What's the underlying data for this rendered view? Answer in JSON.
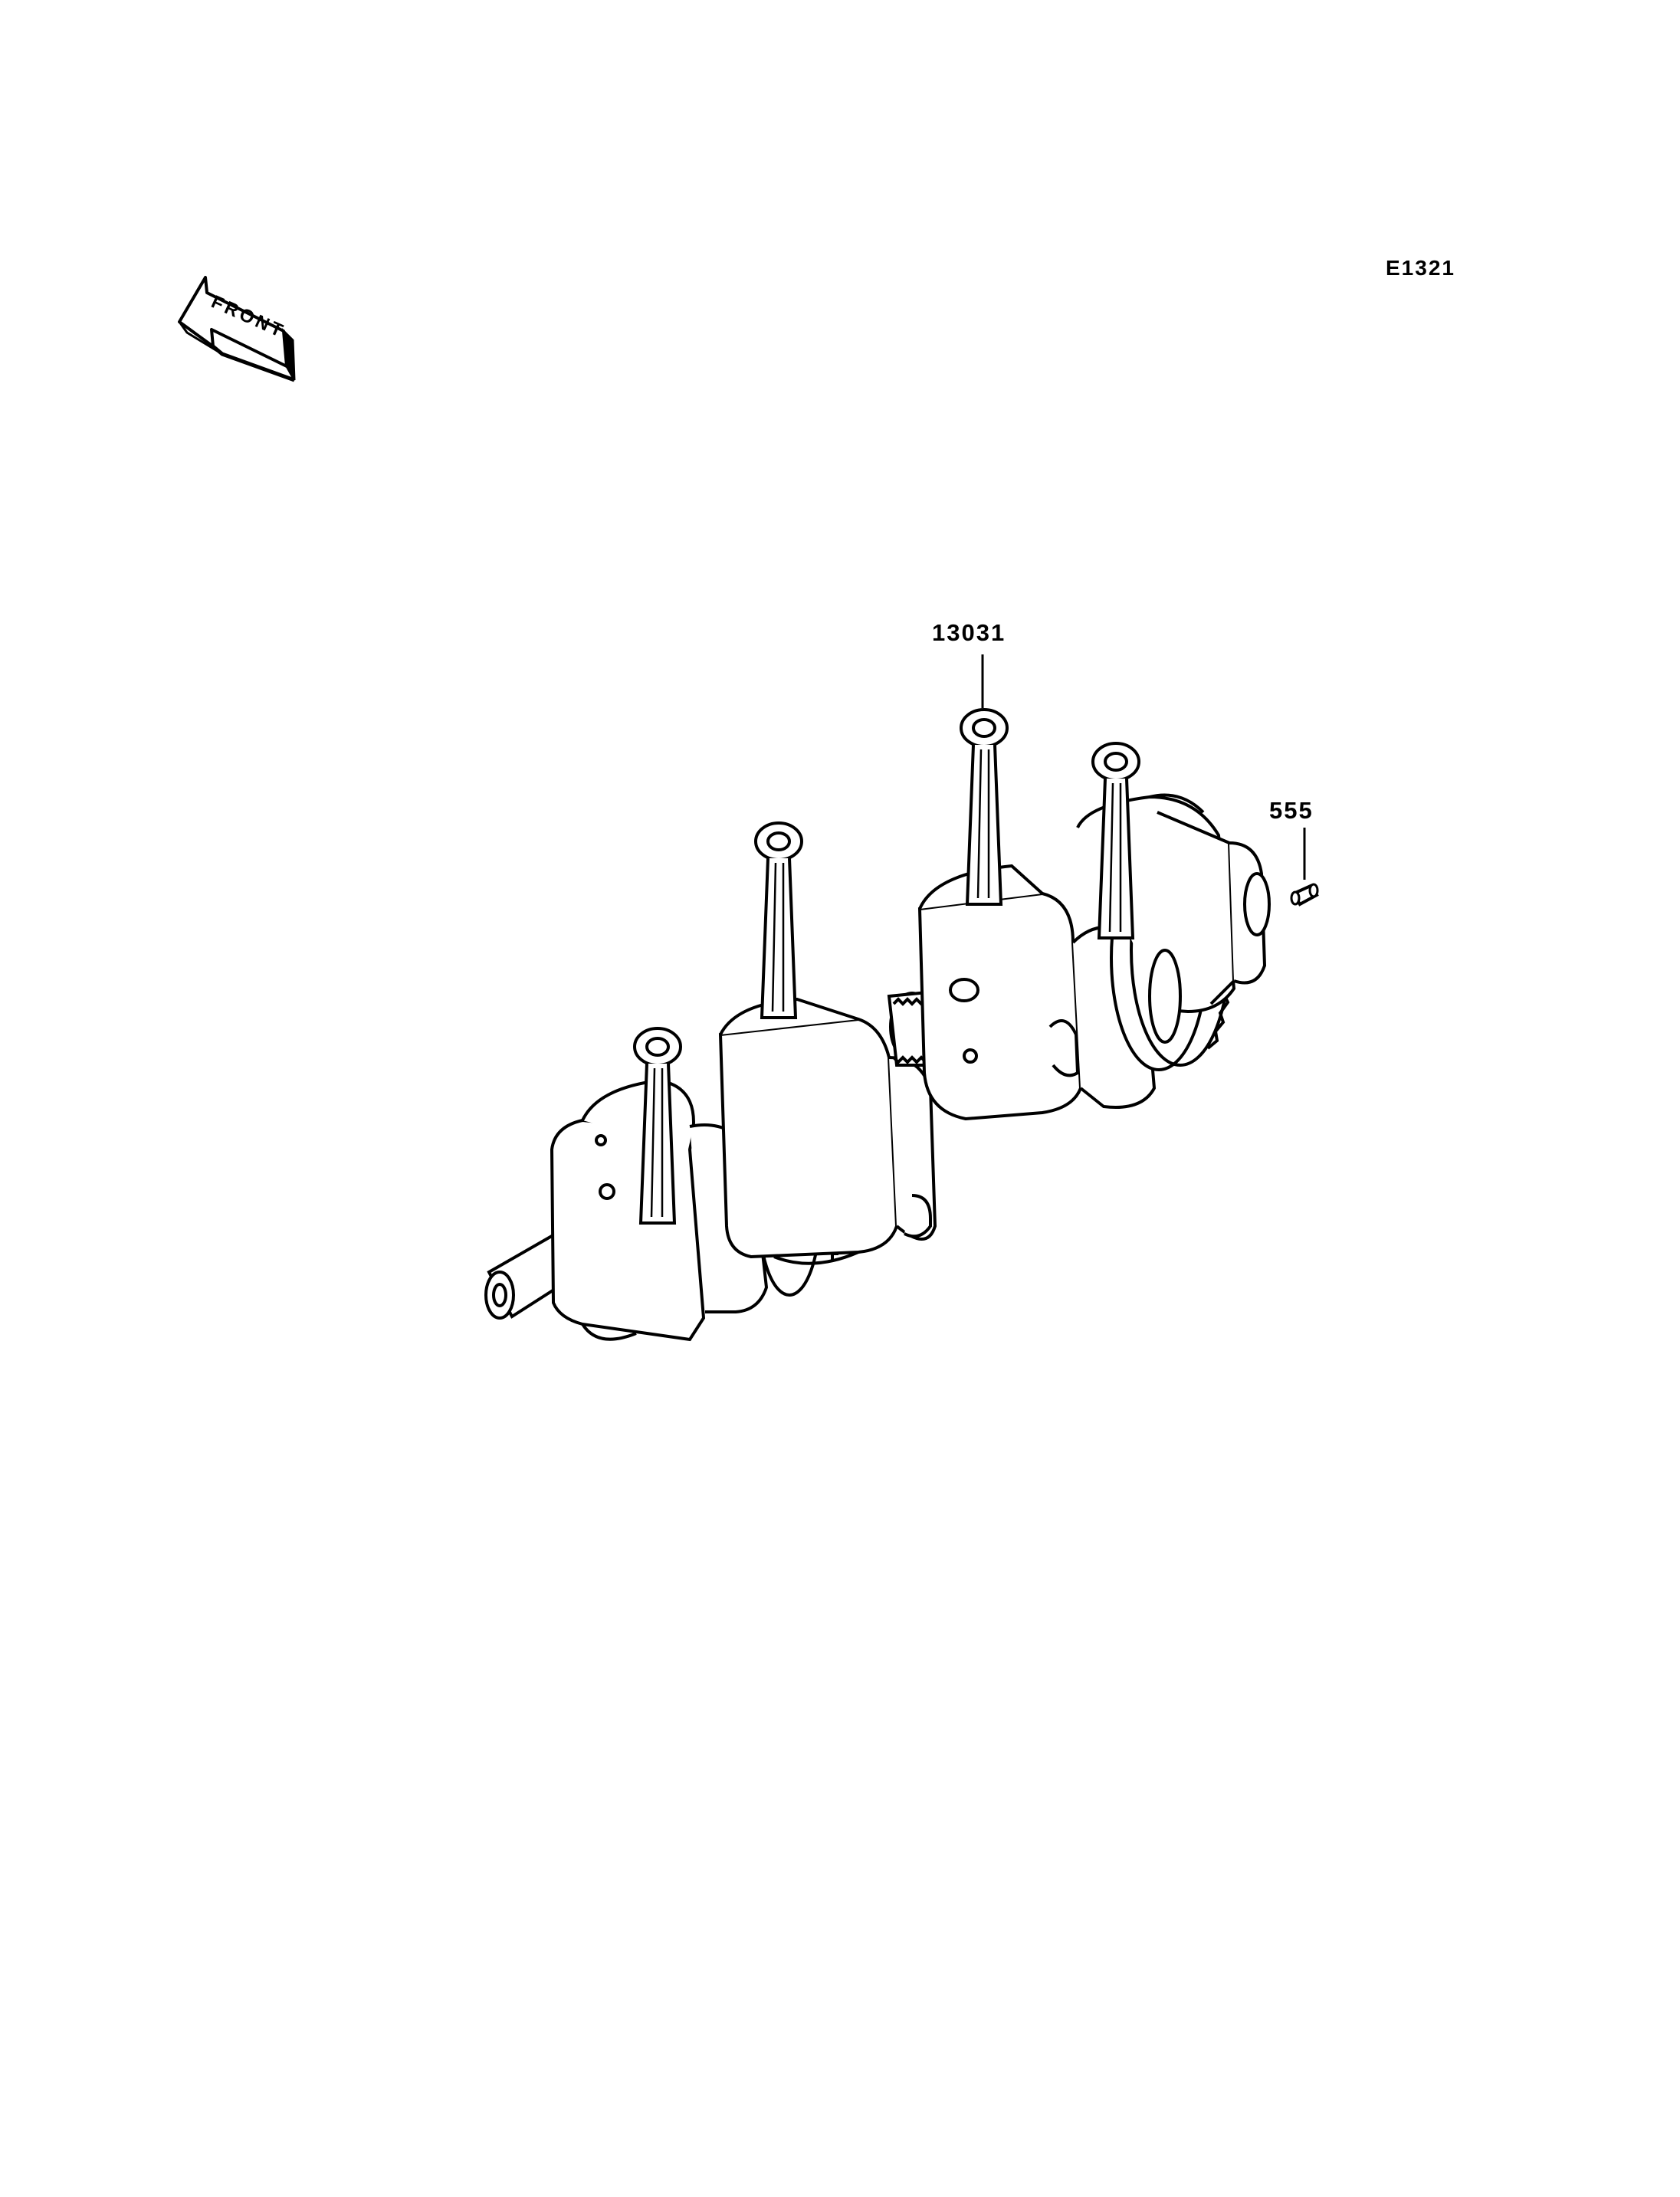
{
  "header": {
    "diagram_code": "E1321"
  },
  "orientation": {
    "front_label": "FRONT",
    "icon": "front-arrow-icon"
  },
  "parts": {
    "connecting_rod_ref": "13031",
    "pin_ref": "555"
  },
  "colors": {
    "line": "#000000",
    "background": "#ffffff"
  }
}
